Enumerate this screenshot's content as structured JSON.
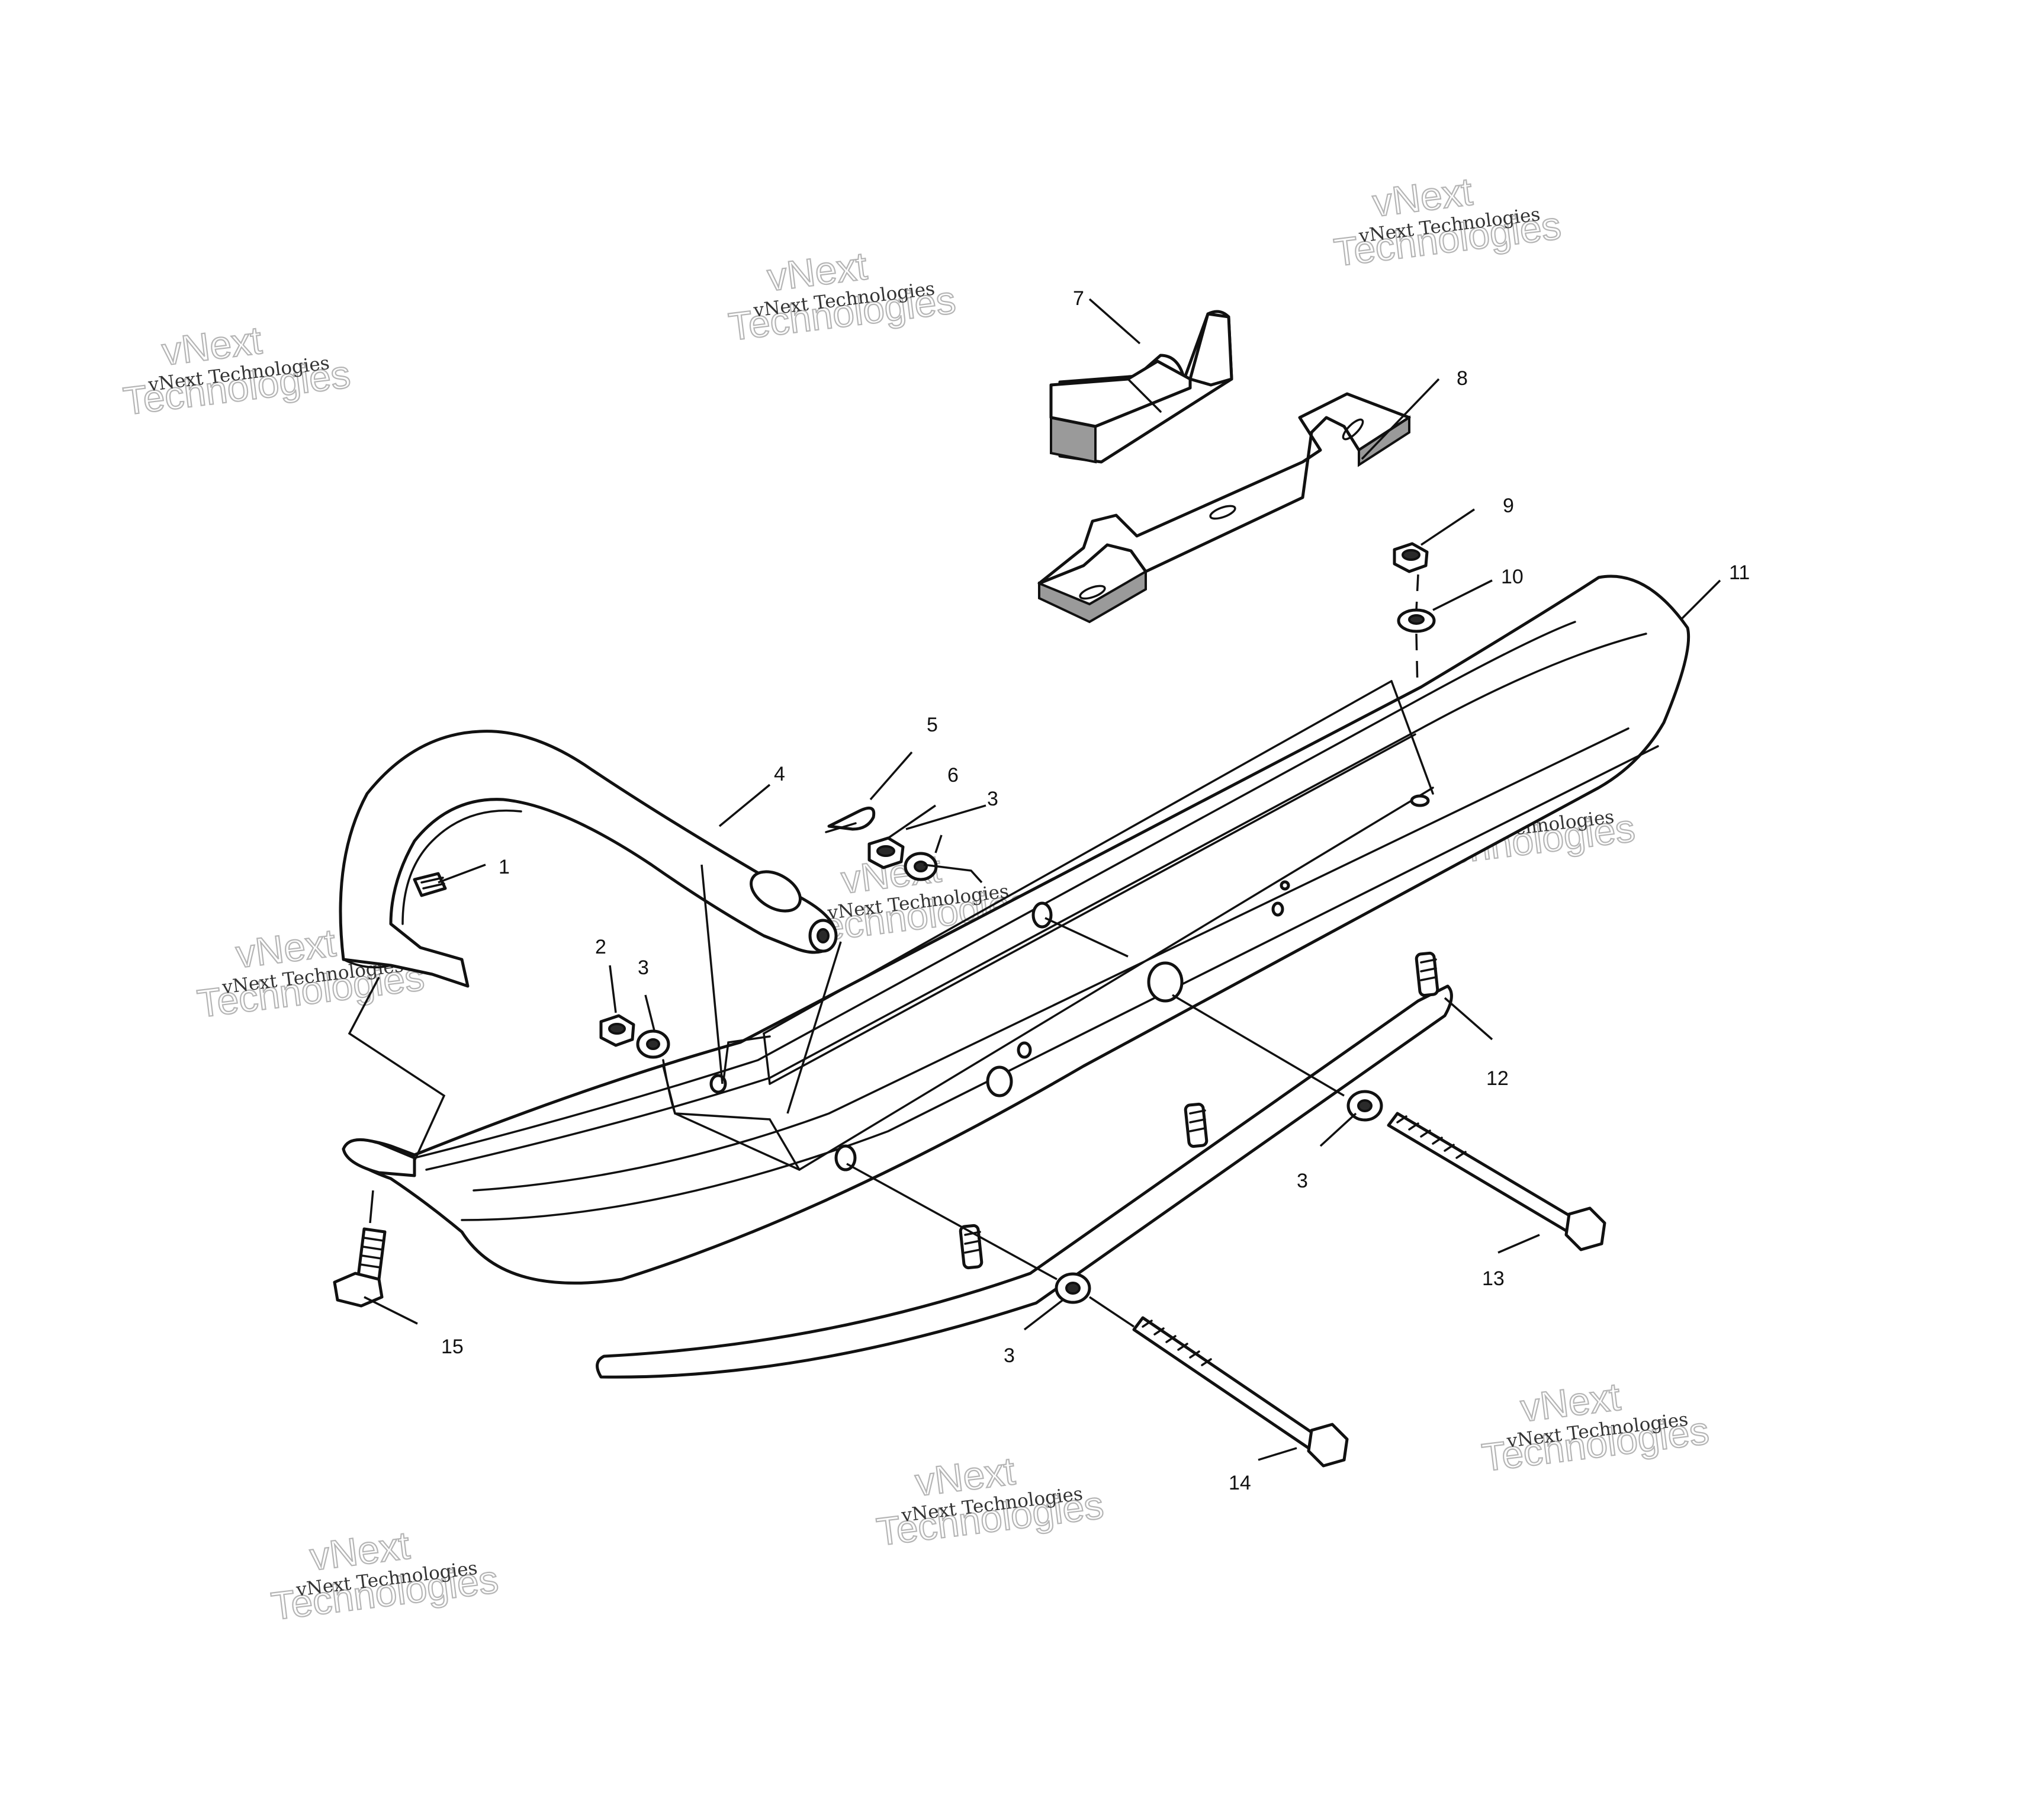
{
  "callouts": [
    {
      "id": "1",
      "label": "1"
    },
    {
      "id": "2",
      "label": "2"
    },
    {
      "id": "3a",
      "label": "3"
    },
    {
      "id": "3b",
      "label": "3"
    },
    {
      "id": "3c",
      "label": "3"
    },
    {
      "id": "3d",
      "label": "3"
    },
    {
      "id": "4",
      "label": "4"
    },
    {
      "id": "5",
      "label": "5"
    },
    {
      "id": "6",
      "label": "6"
    },
    {
      "id": "7",
      "label": "7"
    },
    {
      "id": "8",
      "label": "8"
    },
    {
      "id": "9",
      "label": "9"
    },
    {
      "id": "10",
      "label": "10"
    },
    {
      "id": "11",
      "label": "11"
    },
    {
      "id": "12",
      "label": "12"
    },
    {
      "id": "13",
      "label": "13"
    },
    {
      "id": "14",
      "label": "14"
    },
    {
      "id": "15",
      "label": "15"
    }
  ],
  "watermark": {
    "line_small": "vNext Technologies",
    "line_big_top": "vNext",
    "line_big_bottom": "Technologies"
  }
}
